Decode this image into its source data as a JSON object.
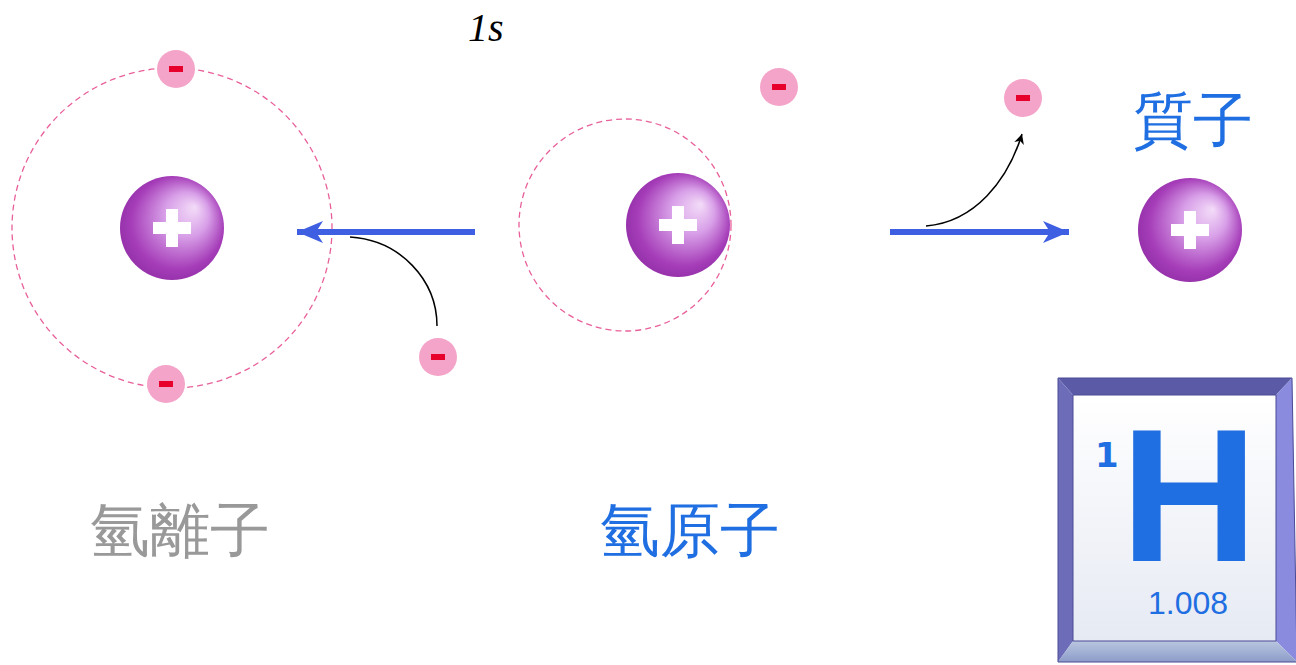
{
  "diagram": {
    "nodes": [
      {
        "text": [
          "氫離子"
        ]
      },
      {
        "text": [
          "氫原子"
        ]
      },
      {
        "text": [
          "質子"
        ]
      },
      {
        "text": [
          "1",
          "H",
          "1.008"
        ]
      }
    ],
    "edges": [
      {
        "from": 1,
        "to": 0,
        "arrow": "to"
      },
      {
        "from": 1,
        "to": 2,
        "arrow": "to"
      }
    ],
    "labels": [
      "1s"
    ]
  }
}
